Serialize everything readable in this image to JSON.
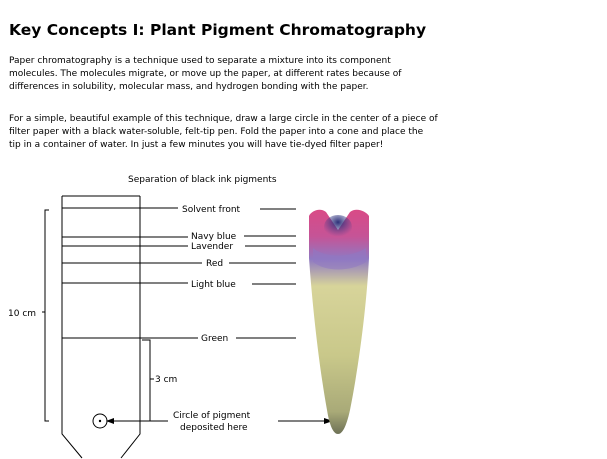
{
  "title": "Key Concepts I: Plant Pigment Chromatography",
  "paragraphs": [
    "Paper chromatography is a technique used to separate a mixture into its component\nmolecules. The molecules migrate, or move up the paper, at different rates because of\ndifferences in solubility, molecular mass, and hydrogen bonding with the paper.",
    "For a simple, beautiful example of this technique, draw a large circle in the center of a piece of\nfilter paper with a black water-soluble, felt-tip pen. Fold the paper into a cone and place the\ntip in a container of water. In just a few minutes you will have tie-dyed filter paper!"
  ],
  "diagram": {
    "caption": "Separation of black ink pigments",
    "labels": {
      "solvent_front": "Solvent front",
      "navy_blue": "Navy blue",
      "lavender": "Lavender",
      "red": "Red",
      "light_blue": "Light blue",
      "green": "Green",
      "circle_line1": "Circle of pigment",
      "circle_line2": "deposited here"
    },
    "measurements": {
      "total": "10 cm",
      "green_height": "3 cm"
    },
    "colors": {
      "navy": "#3a3f8c",
      "magenta": "#d94a86",
      "lavender": "#8f79c2",
      "green_strip": "#c9c88a",
      "dark_tip": "#6e7156"
    }
  }
}
